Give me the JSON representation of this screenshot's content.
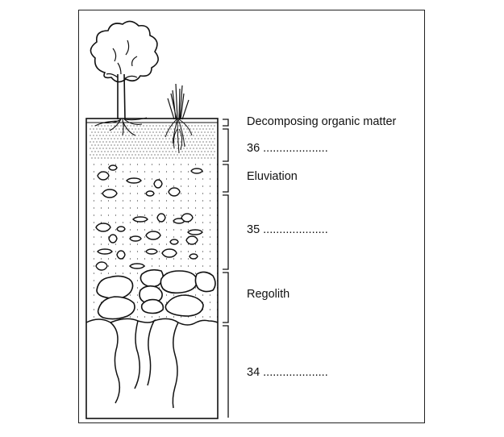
{
  "diagram": {
    "labels": [
      {
        "id": "organic",
        "text": "Decomposing organic matter"
      },
      {
        "id": "q36",
        "text": "36 ...................."
      },
      {
        "id": "eluviation",
        "text": "Eluviation"
      },
      {
        "id": "q35",
        "text": "35 ...................."
      },
      {
        "id": "regolith",
        "text": "Regolith"
      },
      {
        "id": "q34",
        "text": "34 ...................."
      }
    ]
  }
}
